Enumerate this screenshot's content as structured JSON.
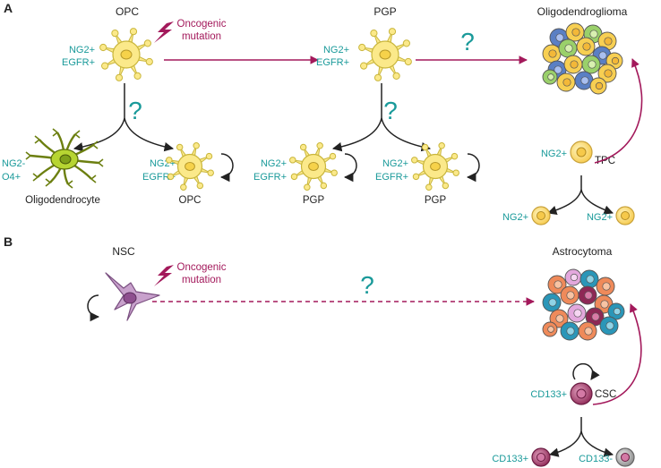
{
  "panels": {
    "a": {
      "letter": "A",
      "opc_title": "OPC",
      "pgp_title": "PGP",
      "tumor_title": "Oligodendroglioma",
      "oncogenic": [
        "Oncogenic",
        "mutation"
      ],
      "opc_markers": [
        "NG2+",
        "EGFR+"
      ],
      "pgp_markers": [
        "NG2+",
        "EGFR+"
      ],
      "question_main": "?",
      "question_opc": "?",
      "question_pgp": "?",
      "oligo_markers": [
        "NG2-",
        "O4+"
      ],
      "oligo_label": "Oligodendrocyte",
      "opc_self_markers": [
        "NG2+",
        "EGFR+"
      ],
      "opc_self_label": "OPC",
      "pgp_left_markers": [
        "NG2+",
        "EGFR+"
      ],
      "pgp_left_label": "PGP",
      "pgp_right_markers": [
        "NG2+",
        "EGFR+"
      ],
      "pgp_right_label": "PGP",
      "tpc_marker": "NG2+",
      "tpc_label": "TPC",
      "tpc_daughter_left": "NG2+",
      "tpc_daughter_right": "NG2+"
    },
    "b": {
      "letter": "B",
      "nsc_title": "NSC",
      "tumor_title": "Astrocytoma",
      "oncogenic": [
        "Oncogenic",
        "mutation"
      ],
      "question_main": "?",
      "csc_marker": "CD133+",
      "csc_label": "CSC",
      "daughter_left": "CD133+",
      "daughter_right": "CD133-"
    }
  },
  "colors": {
    "teal": "#1a9a9a",
    "magenta": "#a3195b",
    "progenitor_fill": "#fbe98a",
    "progenitor_stroke": "#c9b63c",
    "oligodendrocyte_fill": "#b7d532",
    "nsc_fill": "#c8a1cc",
    "astro_orange": "#ef8a5a",
    "astro_blue": "#2a96b8",
    "astro_maroon": "#8e2855",
    "csc_fill": "#b55a86",
    "gray_cell": "#b9b9b9"
  },
  "icons": [
    "lightning-bolt-icon",
    "self-renewal-arrow-icon",
    "branch-arrow-icon"
  ]
}
